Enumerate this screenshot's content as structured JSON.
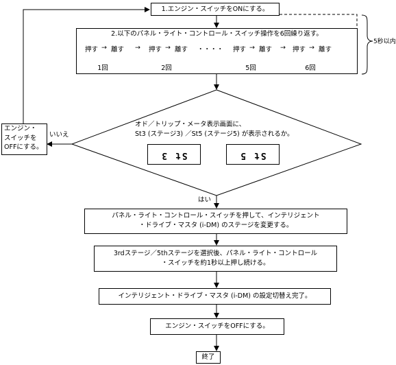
{
  "boxes": {
    "ignition_on": "1.エンジン・スイッチをONにする。",
    "repeat_title": "2.以下のパネル・ライト・コントロール・スイッチ操作を6回繰り返す。",
    "retry_line1": "エンジン・",
    "retry_line2": "スイッチを",
    "retry_line3": "OFFにする。",
    "change_stage_line1": "パネル・ライト・コントロール・スイッチを押して、インテリジェント",
    "change_stage_line2": "・ドライブ・マスタ (i-DM) のステージを変更する。",
    "hold_line1": "3rdステージ／5thステージを選択後、パネル・ライト・コントロール",
    "hold_line2": "・スイッチを約1秒以上押し続ける。",
    "complete": "インテリジェント・ドライブ・マスタ (i-DM) の設定切替え完了。",
    "ignition_off": "エンジン・スイッチをOFFにする。",
    "end": "終了"
  },
  "operation": {
    "push": "押す",
    "arrow": "→",
    "release": "離す",
    "dots": "・・・・",
    "counts": [
      "1回",
      "2回",
      "5回",
      "6回"
    ]
  },
  "time_limit": "5秒以内",
  "decision": {
    "line1": "オド／トリップ・メータ表示画面に、",
    "line2": "St3 (ステージ3) ／St5 (ステージ5) が表示されるか。",
    "display_st3": "St 3",
    "display_st5": "St 5",
    "no_label": "いいえ",
    "yes_label": "はい"
  }
}
